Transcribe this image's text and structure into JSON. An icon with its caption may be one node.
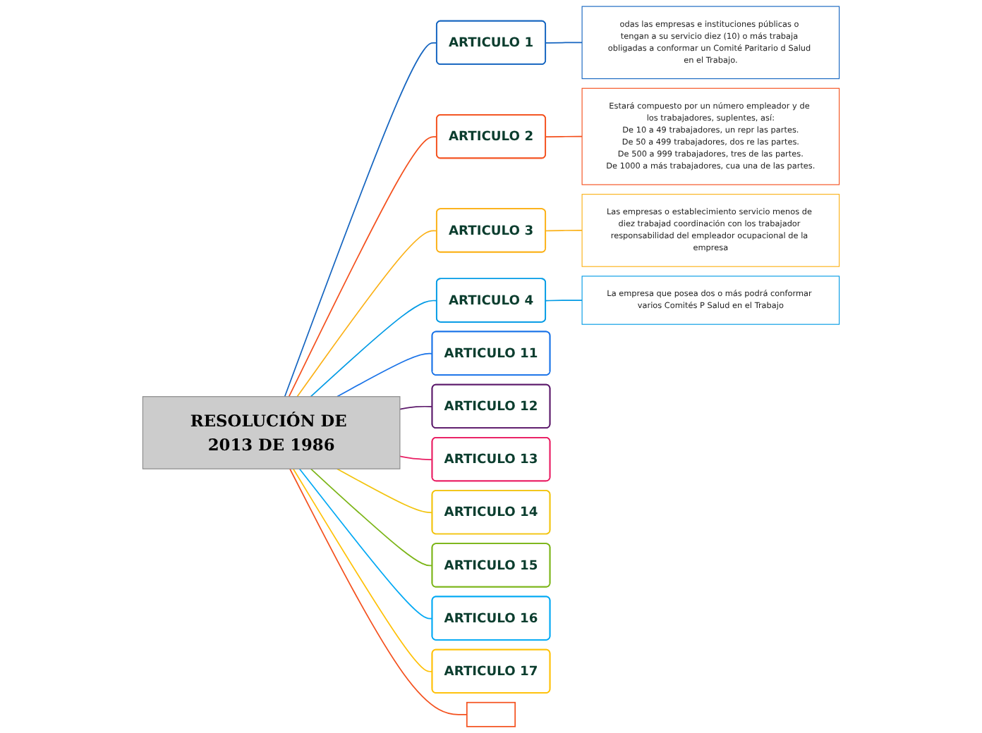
{
  "diagram": {
    "nodes": [
      {
        "text": [
          "RESOLUCIÓN DE 2013 DE 1986"
        ]
      },
      {
        "text": [
          "ARTICULO 1"
        ]
      },
      {
        "text": [
          "odas las empresas e instituciones públicas o tengan a su servicio diez (10) o más trabaja obligadas a conformar un Comité Paritario d Salud en el Trabajo."
        ]
      },
      {
        "text": [
          "ARTICULO 2"
        ]
      },
      {
        "text": [
          "Estará compuesto por un número empleador y de los trabajadores, suplentes, así:",
          "De 10 a 49 trabajadores, un repr las partes.",
          "De 50 a 499 trabajadores, dos re las partes.",
          "De 500 a 999 trabajadores, tres de las partes.",
          "De 1000 a más trabajadores, cua una de las partes."
        ]
      },
      {
        "text": [
          "ARTICULO 3"
        ]
      },
      {
        "text": [
          "Las empresas o establecimiento servicio menos de diez trabajad coordinación con los trabajador responsabilidad del empleador ocupacional de la empresa"
        ]
      },
      {
        "text": [
          "ARTICULO 4"
        ]
      },
      {
        "text": [
          "La empresa que posea dos o más podrá conformar varios Comités P Salud en el Trabajo"
        ]
      },
      {
        "text": [
          "ARTICULO 11"
        ]
      },
      {
        "text": [
          "ARTICULO 12"
        ]
      },
      {
        "text": [
          "ARTICULO 13"
        ]
      },
      {
        "text": [
          "ARTICULO 14"
        ]
      },
      {
        "text": [
          "ARTICULO 15"
        ]
      },
      {
        "text": [
          "ARTICULO 16"
        ]
      },
      {
        "text": [
          "ARTICULO 17"
        ]
      },
      {
        "text": [],
        "shape": "box"
      }
    ],
    "edges": [
      {
        "from": 0,
        "to": 1,
        "arrow": "none",
        "color": "#1565c0"
      },
      {
        "from": 1,
        "to": 2,
        "arrow": "none",
        "color": "#1565c0"
      },
      {
        "from": 0,
        "to": 3,
        "arrow": "none",
        "color": "#f4511e"
      },
      {
        "from": 3,
        "to": 4,
        "arrow": "none",
        "color": "#f4511e"
      },
      {
        "from": 0,
        "to": 5,
        "arrow": "none",
        "color": "#fbb117"
      },
      {
        "from": 5,
        "to": 6,
        "arrow": "none",
        "color": "#fbb117"
      },
      {
        "from": 0,
        "to": 7,
        "arrow": "none",
        "color": "#039be5"
      },
      {
        "from": 7,
        "to": 8,
        "arrow": "none",
        "color": "#039be5"
      },
      {
        "from": 0,
        "to": 9,
        "arrow": "none",
        "color": "#1a73e8"
      },
      {
        "from": 0,
        "to": 10,
        "arrow": "none",
        "color": "#5c1a6b"
      },
      {
        "from": 0,
        "to": 11,
        "arrow": "none",
        "color": "#e91e63"
      },
      {
        "from": 0,
        "to": 12,
        "arrow": "none",
        "color": "#f2c40f"
      },
      {
        "from": 0,
        "to": 13,
        "arrow": "none",
        "color": "#7cb518"
      },
      {
        "from": 0,
        "to": 14,
        "arrow": "none",
        "color": "#03a9f4"
      },
      {
        "from": 0,
        "to": 15,
        "arrow": "none",
        "color": "#ffc107"
      },
      {
        "from": 0,
        "to": 16,
        "arrow": "none",
        "color": "#f4511e"
      }
    ]
  }
}
